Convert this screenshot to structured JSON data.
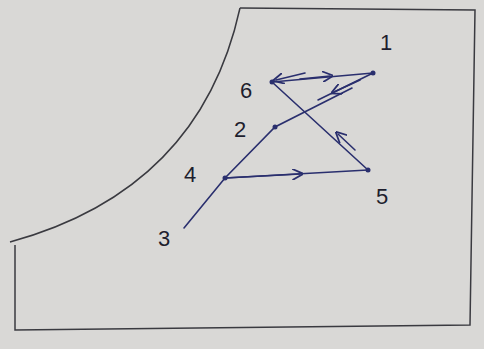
{
  "diagram": {
    "labels": [
      "1",
      "6",
      "2",
      "4",
      "5",
      "3"
    ]
  }
}
